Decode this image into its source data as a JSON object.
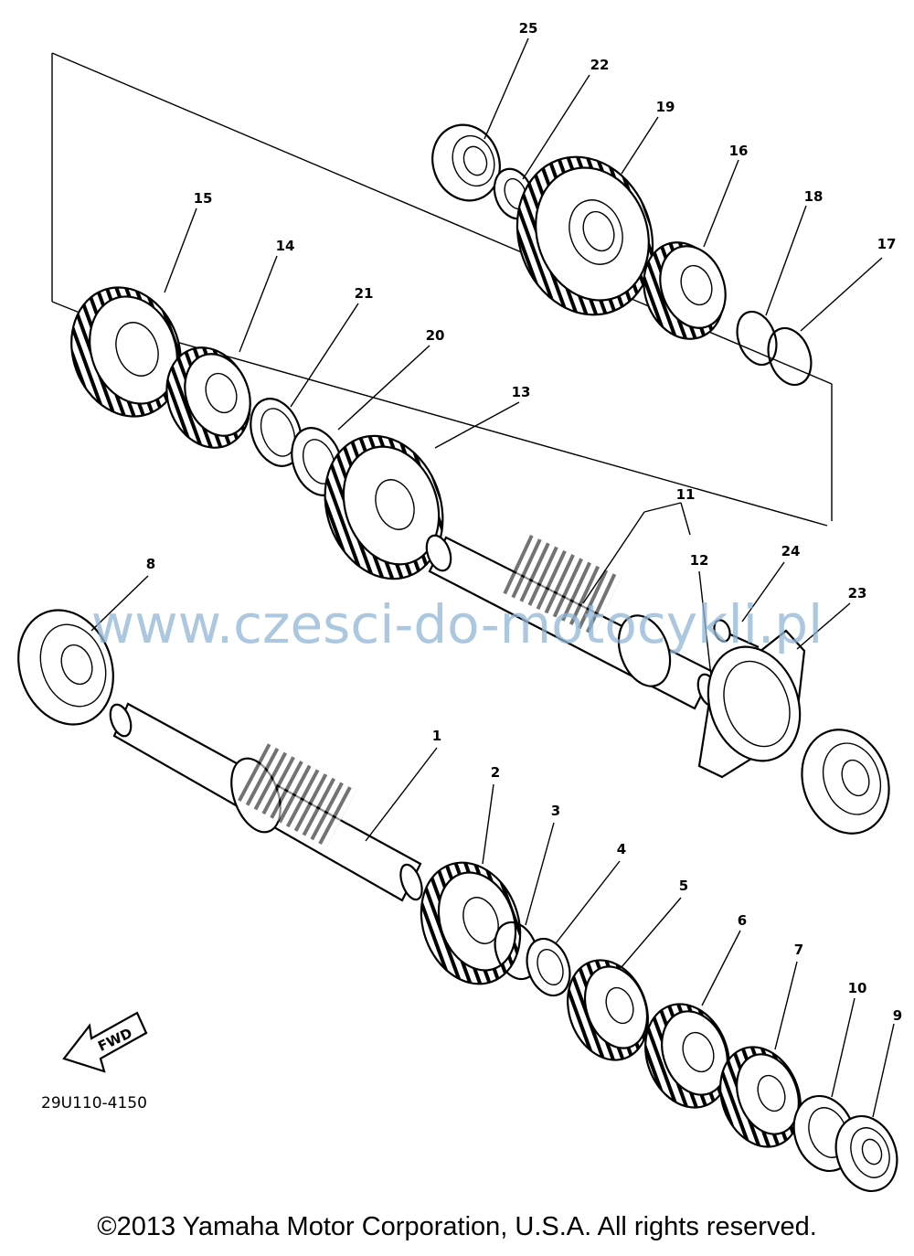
{
  "diagram": {
    "part_labels": [
      "1",
      "2",
      "3",
      "4",
      "5",
      "6",
      "7",
      "8",
      "9",
      "10",
      "11",
      "12",
      "13",
      "14",
      "15",
      "16",
      "17",
      "18",
      "19",
      "20",
      "21",
      "22",
      "23",
      "24",
      "25"
    ],
    "drawing_code": "29U110-4150",
    "fwd_label": "FWD",
    "watermark": "www.czesci-do-motocykli.pl"
  },
  "footer": {
    "copyright": "©2013 Yamaha Motor Corporation, U.S.A. All rights reserved."
  }
}
